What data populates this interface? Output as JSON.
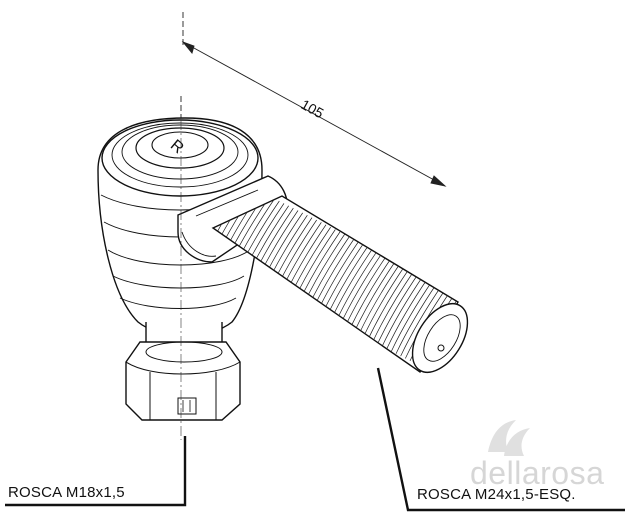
{
  "dimension": {
    "value": "105"
  },
  "labels": {
    "left_thread": "ROSCA M18x1,5",
    "right_thread": "ROSCA M24x1,5-ESQ."
  },
  "part_marking": "R",
  "watermark": {
    "brand": "dellarosa"
  },
  "colors": {
    "line": "#111111",
    "watermark": "#d6d6d6",
    "background": "#ffffff"
  }
}
